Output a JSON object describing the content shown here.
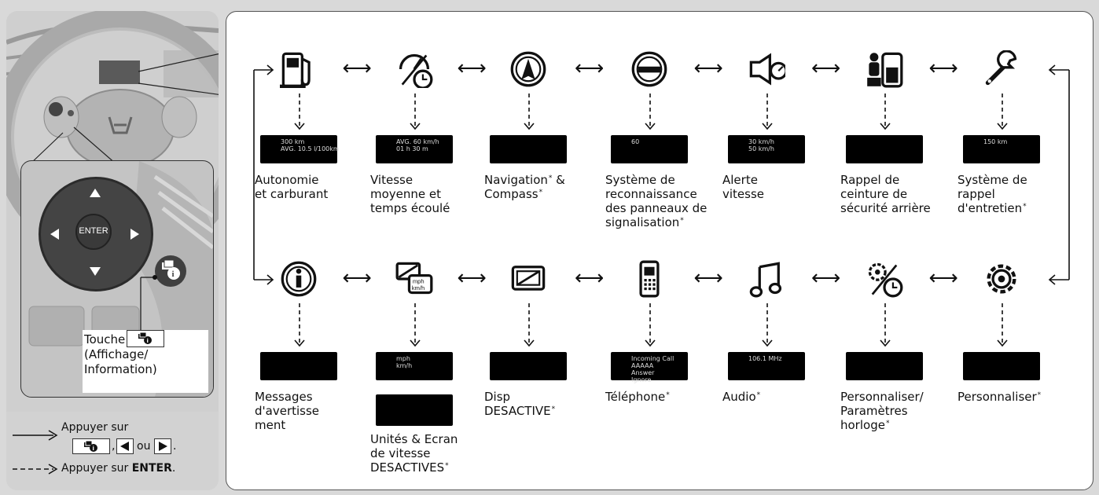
{
  "left_panel": {
    "dpad_center": "ENTER",
    "touch_label_line1": "Touche",
    "touch_label_line2": "(Affichage/",
    "touch_label_line3": "Information)"
  },
  "legend": {
    "solid_line1": "Appuyer sur",
    "solid_or": "ou",
    "solid_comma": ",",
    "solid_period": ".",
    "dashed_prefix": "Appuyer sur",
    "dashed_key": "ENTER",
    "dashed_period": "."
  },
  "top_row": [
    {
      "icon": "fuel-range-icon",
      "lines": [
        "Autonomie",
        "et carburant"
      ],
      "screen": [
        "300 km",
        "AVG. 10.5 l/100km"
      ]
    },
    {
      "icon": "average-speed-timer-icon",
      "lines": [
        "Vitesse",
        "moyenne et",
        "temps écoulé"
      ],
      "screen": [
        "AVG. 60 km/h",
        "01 h 30 m"
      ]
    },
    {
      "icon": "navigation-compass-icon",
      "lines": [
        "Navigation* &",
        "Compass*"
      ],
      "screen": []
    },
    {
      "icon": "traffic-sign-icon",
      "lines": [
        "Système de",
        "reconnaissance",
        "des panneaux de",
        "signalisation*"
      ],
      "screen": [
        "60"
      ]
    },
    {
      "icon": "speed-alert-icon",
      "lines": [
        "Alerte",
        "vitesse"
      ],
      "screen": [
        "30 km/h",
        "50 km/h"
      ]
    },
    {
      "icon": "rear-seatbelt-reminder-icon",
      "lines": [
        "Rappel de",
        "ceinture de",
        "sécurité arrière"
      ],
      "screen": []
    },
    {
      "icon": "wrench-icon",
      "lines": [
        "Système de",
        "rappel",
        "d'entretien*"
      ],
      "screen": [
        "150 km"
      ]
    }
  ],
  "bottom_row": [
    {
      "icon": "info-icon",
      "lines": [
        "Messages",
        "d'avertisse",
        "ment"
      ],
      "screen": []
    },
    {
      "icon": "units-speed-off-icon",
      "lines": [
        "Unités & Ecran",
        "de vitesse",
        "DESACTIVES*"
      ],
      "screen": [
        "mph",
        "km/h"
      ]
    },
    {
      "icon": "display-off-icon",
      "lines": [
        "Disp",
        "DESACTIVE*"
      ],
      "screen": []
    },
    {
      "icon": "phone-icon",
      "lines": [
        "Téléphone*"
      ],
      "screen": [
        "Incoming Call",
        "AAAAA",
        "Answer",
        "Ignore"
      ]
    },
    {
      "icon": "music-note-icon",
      "lines": [
        "Audio*"
      ],
      "screen": [
        "106.1 MHz"
      ]
    },
    {
      "icon": "customize-clock-icon",
      "lines": [
        "Personnaliser/",
        "Paramètres",
        "horloge*"
      ],
      "screen": []
    },
    {
      "icon": "gear-icon",
      "lines": [
        "Personnaliser*"
      ],
      "screen": []
    }
  ],
  "colors": {
    "panel_bg": "#cfcfcf",
    "screen_bg": "#000000",
    "line": "#111111"
  }
}
